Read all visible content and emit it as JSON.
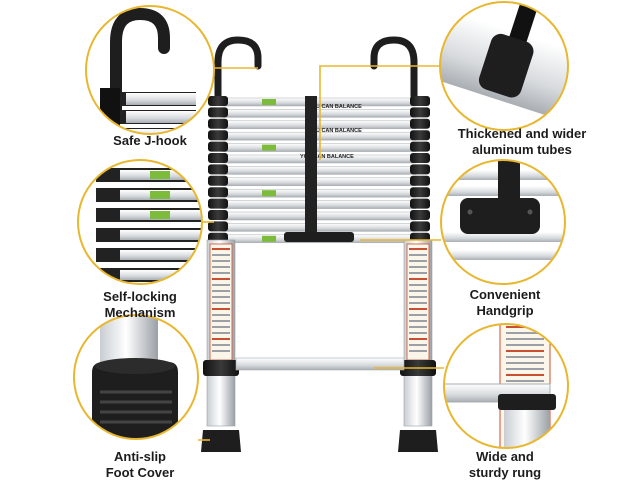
{
  "colors": {
    "accent": "#e8b730",
    "ladder_black": "#1e1e1e",
    "aluminum_light": "#f2f3f5",
    "aluminum_dark": "#9aa0a6"
  },
  "features": [
    {
      "id": "j-hook",
      "icon": "j-hook-detail",
      "lines": [
        "Safe J-hook"
      ]
    },
    {
      "id": "tubes",
      "icon": "tube-clamp-detail",
      "lines": [
        "Thickened and wider",
        "aluminum tubes"
      ]
    },
    {
      "id": "locking",
      "icon": "locking-joints-detail",
      "lines": [
        "Self-locking",
        "Mechanism"
      ]
    },
    {
      "id": "handgrip",
      "icon": "handgrip-detail",
      "lines": [
        "Convenient",
        "Handgrip"
      ]
    },
    {
      "id": "foot",
      "icon": "foot-cover-detail",
      "lines": [
        "Anti-slip",
        "Foot Cover"
      ]
    },
    {
      "id": "rung",
      "icon": "rung-detail",
      "lines": [
        "Wide and",
        "sturdy rung"
      ]
    }
  ],
  "ladder_label_text": "YOU CAN BALANCE"
}
